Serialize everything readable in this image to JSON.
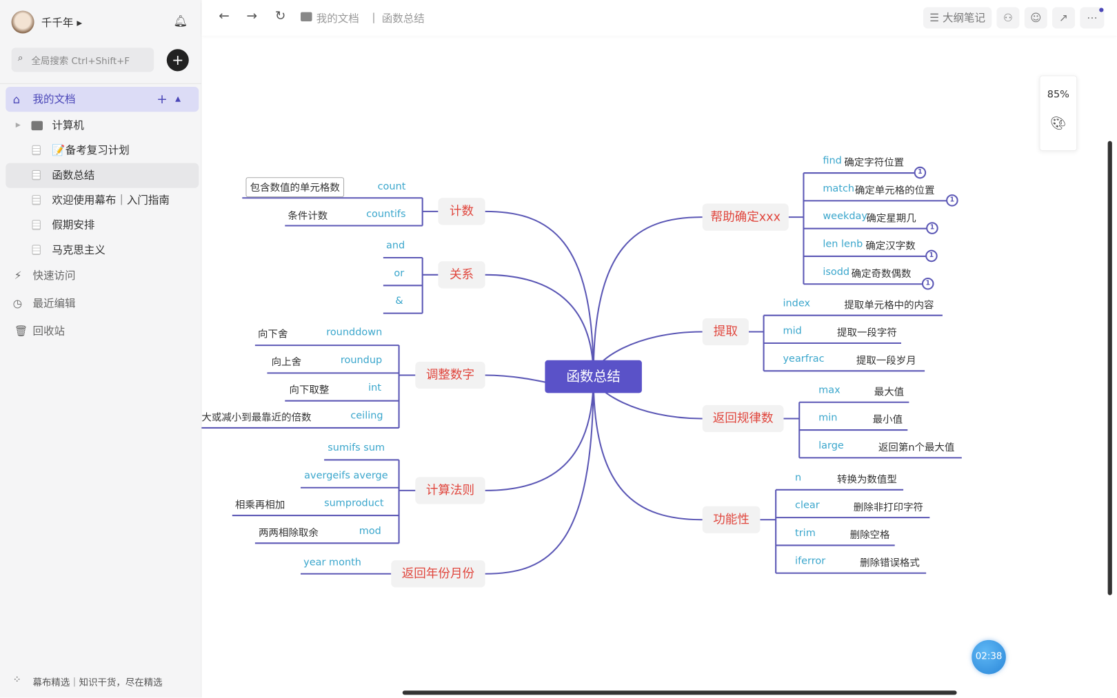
{
  "user": {
    "name": "千千年 ▸"
  },
  "search": {
    "placeholder": "全局搜索 Ctrl+Shift+F"
  },
  "sidebar": {
    "my_docs": "我的文档",
    "folder": "计算机",
    "docs": [
      "📝备考复习计划",
      "函数总结",
      "欢迎使用幕布｜入门指南",
      "假期安排",
      "马克思主义"
    ],
    "quick": "快速访问",
    "recent": "最近编辑",
    "trash": "回收站",
    "footer": "幕布精选｜知识干货，尽在精选"
  },
  "topbar": {
    "crumb_root": "我的文档",
    "crumb_sep": "|",
    "crumb_current": "函数总结",
    "outline_btn": "☰ 大纲笔记"
  },
  "zoom": {
    "level": "85%"
  },
  "timer": "02:38",
  "colors": {
    "accent": "#5a52c8",
    "branch_text": "#e0463d",
    "keyword": "#3aa6cc"
  },
  "mindmap": {
    "center": "函数总结",
    "left": [
      {
        "label": "计数",
        "children": [
          {
            "kw": "count",
            "text": "包含数值的单元格数"
          },
          {
            "kw": "countifs",
            "text": "条件计数"
          }
        ]
      },
      {
        "label": "关系",
        "children": [
          {
            "kw": "and",
            "text": ""
          },
          {
            "kw": "or",
            "text": ""
          },
          {
            "kw": "&",
            "text": ""
          }
        ]
      },
      {
        "label": "调整数字",
        "children": [
          {
            "kw": "rounddown",
            "text": "向下舍"
          },
          {
            "kw": "roundup",
            "text": "向上舍"
          },
          {
            "kw": "int",
            "text": "向下取整"
          },
          {
            "kw": "ceiling",
            "text": "大或减小到最靠近的倍数"
          }
        ]
      },
      {
        "label": "计算法则",
        "children": [
          {
            "kw": "sumifs sum",
            "text": ""
          },
          {
            "kw": "avergeifs averge",
            "text": ""
          },
          {
            "kw": "sumproduct",
            "text": "相乘再相加"
          },
          {
            "kw": "mod",
            "text": "两两相除取余"
          }
        ]
      },
      {
        "label": "返回年份月份",
        "children": [
          {
            "kw": "year month",
            "text": ""
          }
        ]
      }
    ],
    "right": [
      {
        "label": "帮助确定xxx",
        "children": [
          {
            "kw": "find",
            "text": "确定字符位置",
            "badge": "1"
          },
          {
            "kw": "match",
            "text": "确定单元格的位置",
            "badge": "1"
          },
          {
            "kw": "weekday",
            "text": "确定星期几",
            "badge": "1"
          },
          {
            "kw": "len lenb",
            "text": "确定汉字数",
            "badge": "1"
          },
          {
            "kw": "isodd",
            "text": "确定奇数偶数",
            "badge": "1"
          }
        ]
      },
      {
        "label": "提取",
        "children": [
          {
            "kw": "index",
            "text": "提取单元格中的内容"
          },
          {
            "kw": "mid",
            "text": "提取一段字符"
          },
          {
            "kw": "yearfrac",
            "text": "提取一段岁月"
          }
        ]
      },
      {
        "label": "返回规律数",
        "children": [
          {
            "kw": "max",
            "text": "最大值"
          },
          {
            "kw": "min",
            "text": "最小值"
          },
          {
            "kw": "large",
            "text": "返回第n个最大值"
          }
        ]
      },
      {
        "label": "功能性",
        "children": [
          {
            "kw": "n",
            "text": "转换为数值型"
          },
          {
            "kw": "clear",
            "text": "删除非打印字符"
          },
          {
            "kw": "trim",
            "text": "删除空格"
          },
          {
            "kw": "iferror",
            "text": "删除错误格式"
          }
        ]
      }
    ]
  }
}
